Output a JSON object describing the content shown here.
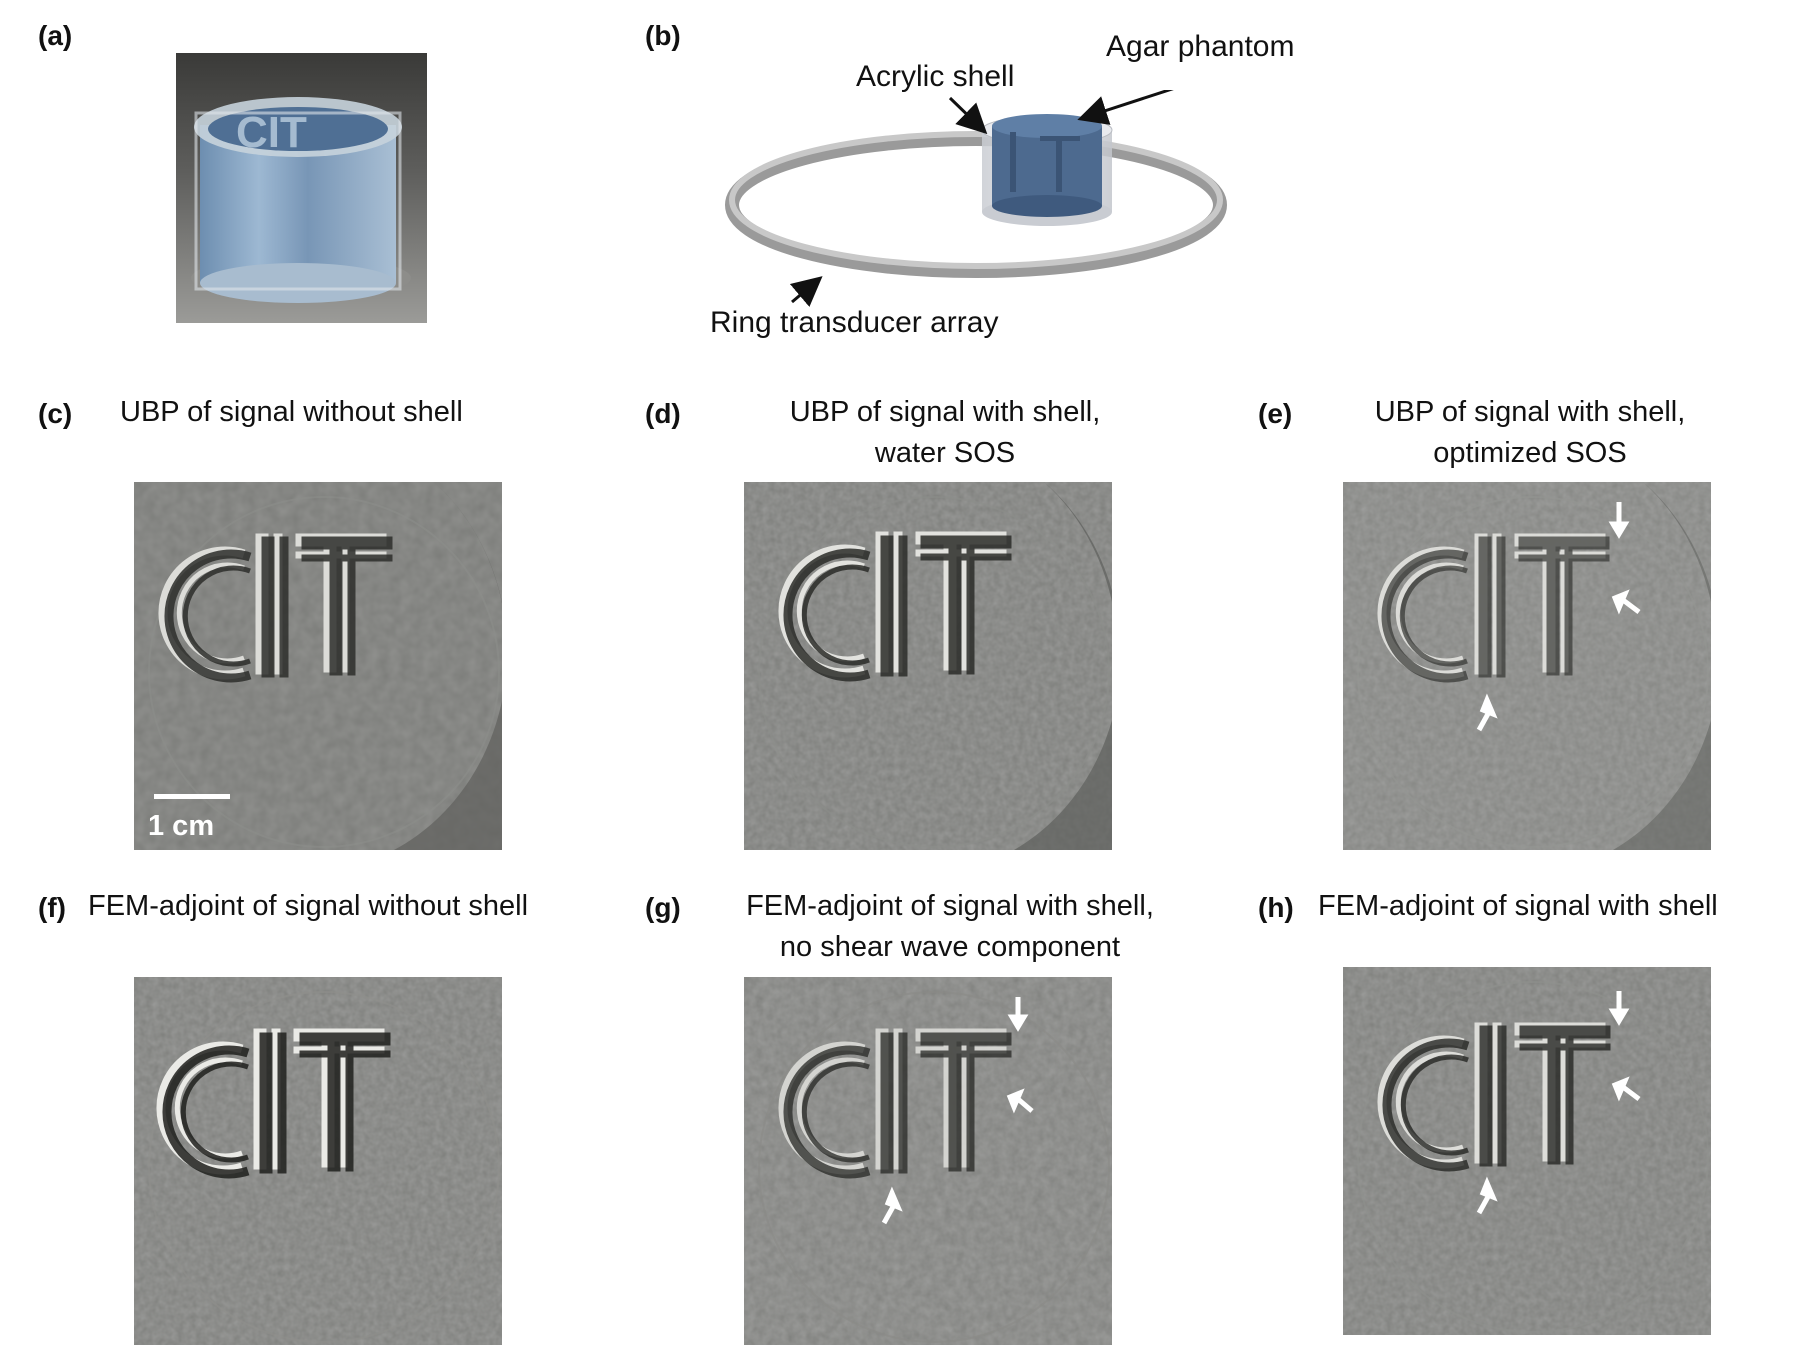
{
  "panels": {
    "a": {
      "label": "(a)"
    },
    "b": {
      "label": "(b)",
      "callouts": {
        "agar": "Agar phantom",
        "acrylic": "Acrylic shell",
        "ring": "Ring transducer array"
      }
    },
    "c": {
      "label": "(c)",
      "title": "UBP of signal without shell",
      "scalebar": "1 cm"
    },
    "d": {
      "label": "(d)",
      "title_line1": "UBP of signal with shell,",
      "title_line2": "water SOS"
    },
    "e": {
      "label": "(e)",
      "title_line1": "UBP of signal with shell,",
      "title_line2": "optimized SOS"
    },
    "f": {
      "label": "(f)",
      "title": "FEM-adjoint of signal without shell"
    },
    "g": {
      "label": "(g)",
      "title_line1": "FEM-adjoint of signal with shell,",
      "title_line2": "no shear wave component"
    },
    "h": {
      "label": "(h)",
      "title": "FEM-adjoint of signal with shell"
    }
  },
  "colors": {
    "image_gray": "#7a7b78",
    "letters_light": "#e6e6e2",
    "letters_dark": "#2c2c2a",
    "phantom_blue": "#5b7fa3",
    "arrow_white": "#ffffff"
  }
}
